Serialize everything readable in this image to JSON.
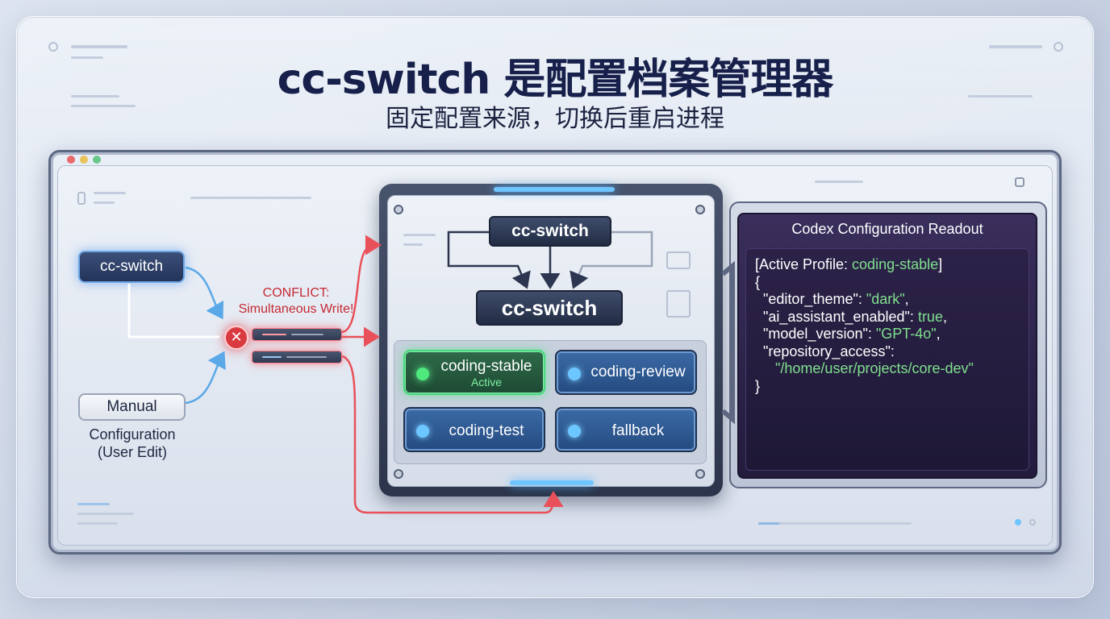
{
  "header": {
    "title": "cc-switch 是配置档案管理器",
    "subtitle": "固定配置来源，切换后重启进程"
  },
  "left": {
    "cc_switch_label": "cc-switch",
    "manual_label": "Manual",
    "manual_caption_line1": "Configuration",
    "manual_caption_line2": "(User Edit)",
    "conflict_line1": "CONFLICT:",
    "conflict_line2": "Simultaneous Write!",
    "conflict_icon": "✕"
  },
  "center": {
    "top_node_label": "cc-switch",
    "main_node_label": "cc-switch",
    "profiles": [
      {
        "name": "coding-stable",
        "status": "Active"
      },
      {
        "name": "coding-review"
      },
      {
        "name": "coding-test"
      },
      {
        "name": "fallback"
      }
    ]
  },
  "readout": {
    "title": "Codex Configuration Readout",
    "active_prefix": "[Active Profile: ",
    "active_profile": "coding-stable",
    "active_suffix": "]",
    "open_brace": "{",
    "close_brace": "}",
    "lines": [
      {
        "key": "\"editor_theme\": ",
        "value": "\"dark\"",
        "tail": ","
      },
      {
        "key": "\"ai_assistant_enabled\": ",
        "value": "true",
        "tail": ","
      },
      {
        "key": "\"model_version\": ",
        "value": "\"GPT-4o\"",
        "tail": ","
      },
      {
        "key": "\"repository_access\":",
        "value": "",
        "tail": ""
      },
      {
        "key": "",
        "value": "\"/home/user/projects/core-dev\"",
        "tail": ""
      }
    ]
  },
  "colors": {
    "title": "#16204a",
    "conflict": "#c42a33",
    "active_green": "#48d87d",
    "code_green": "#7fe08e",
    "arrow_blue": "#5aa8e8",
    "arrow_red": "#e8505a"
  }
}
